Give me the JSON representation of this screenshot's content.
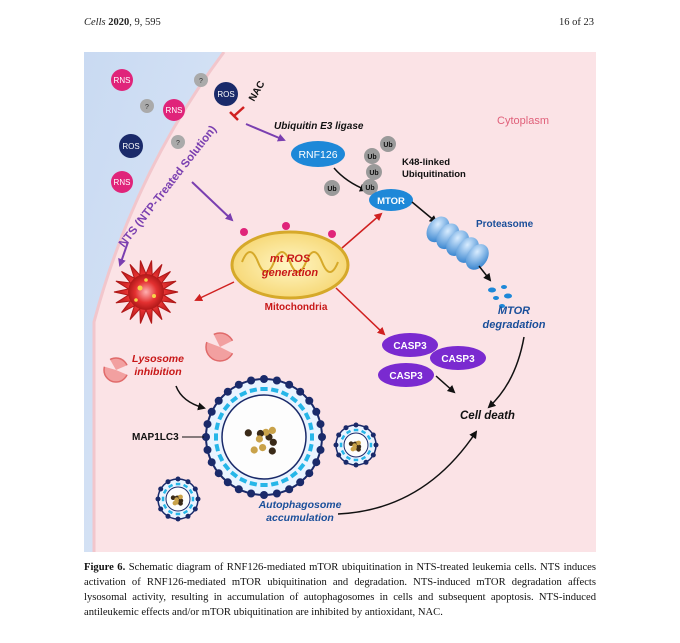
{
  "header": {
    "journal": "Cells",
    "year": "2020",
    "volume_page": ", 9, 595",
    "page": "16 of 23"
  },
  "figure": {
    "cytoplasm": "Cytoplasm",
    "nts": "NTS (NTP-Treated Solution)",
    "rns": "RNS",
    "ros": "ROS",
    "unknown": "?",
    "nac": "NAC",
    "e3_ligase": "Ubiquitin E3 ligase",
    "rnf126": "RNF126",
    "ub": "Ub",
    "k48_line1": "K48-linked",
    "k48_line2": "Ubiquitination",
    "mtor": "MTOR",
    "proteasome": "Proteasome",
    "mtor_deg_line1": "MTOR",
    "mtor_deg_line2": "degradation",
    "mt_ros_line1": "mt ROS",
    "mt_ros_line2": "generation",
    "mitochondria": "Mitochondria",
    "casp3": "CASP3",
    "cell_death": "Cell death",
    "lyso_line1": "Lysosome",
    "lyso_line2": "inhibition",
    "map1lc3": "MAP1LC3",
    "auto_line1": "Autophagosome",
    "auto_line2": "accumulation"
  },
  "caption": {
    "label": "Figure 6.",
    "text": " Schematic diagram of RNF126-mediated mTOR ubiquitination in NTS-treated leukemia cells. NTS induces activation of RNF126-mediated mTOR ubiquitination and degradation. NTS-induced mTOR degradation affects lysosomal activity, resulting in accumulation of autophagosomes in cells and subsequent apoptosis. NTS-induced antileukemic effects and/or mTOR ubiquitination are inhibited by antioxidant, NAC."
  }
}
